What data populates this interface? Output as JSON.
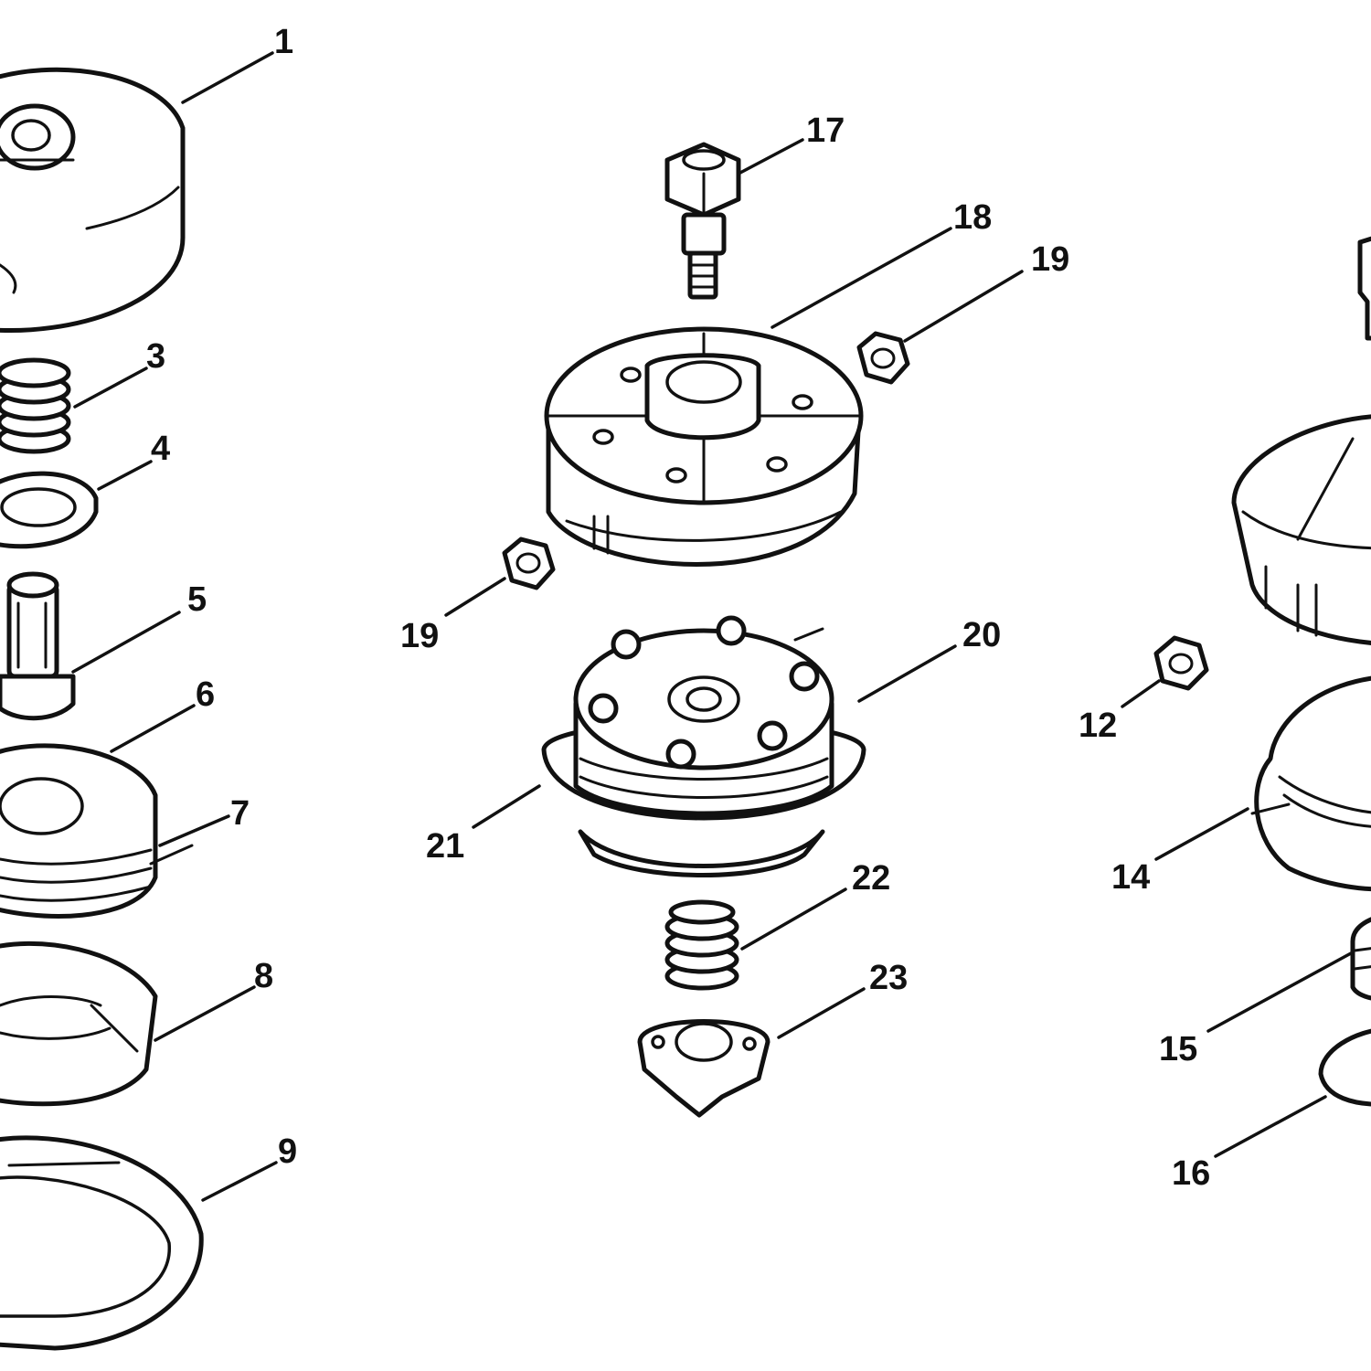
{
  "callouts": {
    "c1": "1",
    "c3": "3",
    "c4": "4",
    "c5": "5",
    "c6": "6",
    "c7": "7",
    "c8": "8",
    "c9": "9",
    "c17": "17",
    "c18": "18",
    "c19a": "19",
    "c19b": "19",
    "c20": "20",
    "c21": "21",
    "c22": "22",
    "c23": "23",
    "c12": "12",
    "c14": "14",
    "c15": "15",
    "c16": "16"
  },
  "colors": {
    "line": "#111111",
    "background": "#ffffff"
  }
}
